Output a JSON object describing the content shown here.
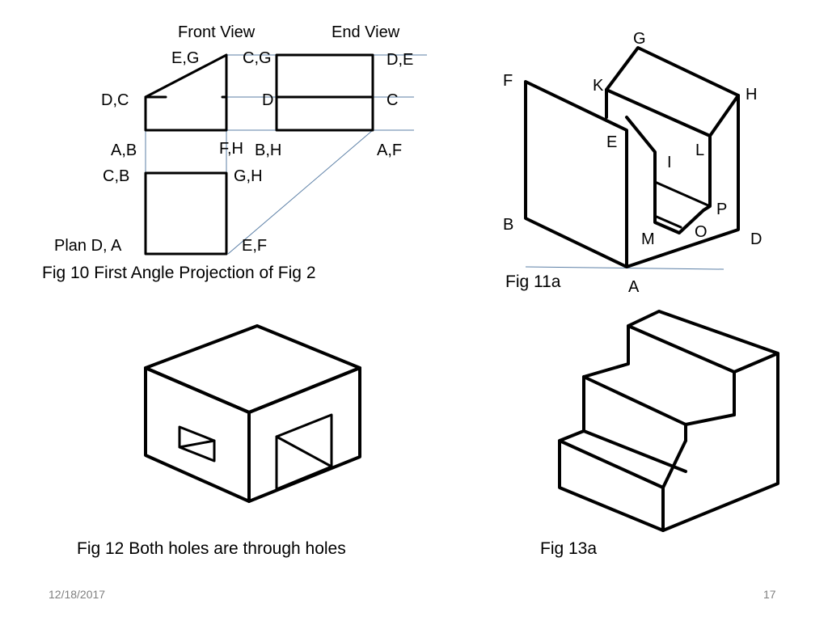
{
  "fig10": {
    "front_view_title": "Front View",
    "end_view_title": "End View",
    "labels": {
      "eg": "E,G",
      "cg": "C,G",
      "de": "D,E",
      "dc": "D,C",
      "d": "D",
      "c": "C",
      "ab": "A,B",
      "fh": "F,H",
      "bh": "B,H",
      "af": "A,F",
      "cb": "C,B",
      "gh": "G,H",
      "plan_da": "Plan  D, A",
      "ef": "E,F"
    },
    "caption": "Fig 10   First Angle Projection of Fig 2"
  },
  "fig11a": {
    "labels": {
      "g": "G",
      "f": "F",
      "k": "K",
      "h": "H",
      "e": "E",
      "l": "L",
      "i": "I",
      "p": "P",
      "b": "B",
      "m": "M",
      "o": "O",
      "d": "D",
      "a": "A"
    },
    "caption": "Fig 11a"
  },
  "fig12": {
    "caption": "Fig 12  Both holes are through holes"
  },
  "fig13a": {
    "caption": "Fig 13a"
  },
  "footer": {
    "date": "12/18/2017",
    "page": "17"
  },
  "colors": {
    "line": "#000000",
    "projector": "#5b7fa6",
    "footer_text": "#7f7f7f"
  }
}
